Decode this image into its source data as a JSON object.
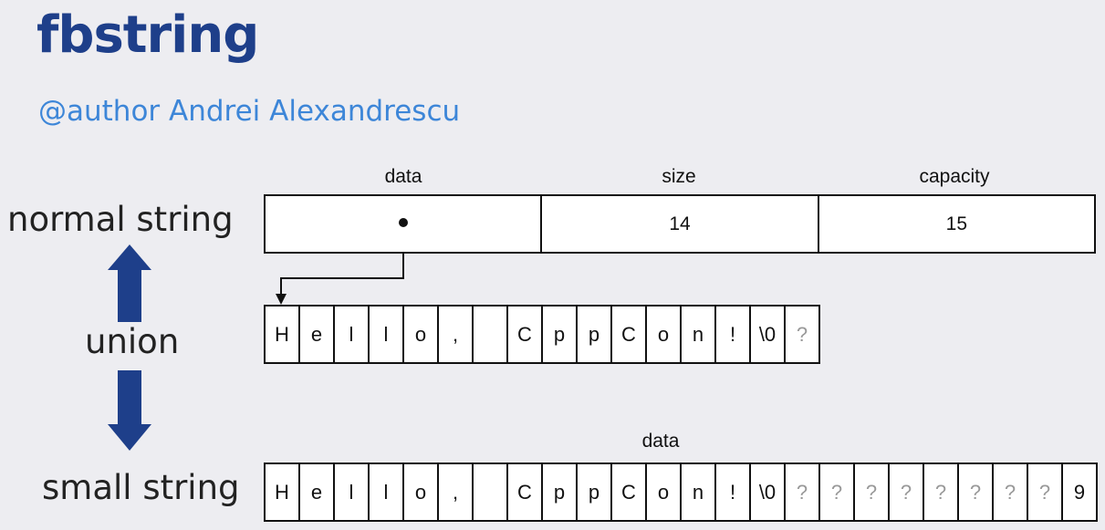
{
  "title": "fbstring",
  "subtitle": "@author Andrei Alexandrescu",
  "labels": {
    "normal": "normal string",
    "union": "union",
    "small": "small string"
  },
  "normal_string": {
    "headers": [
      "data",
      "size",
      "capacity"
    ],
    "values": [
      "",
      "14",
      "15"
    ]
  },
  "heap_buffer": [
    "H",
    "e",
    "l",
    "l",
    "o",
    ",",
    "",
    "C",
    "p",
    "p",
    "C",
    "o",
    "n",
    "!",
    "\\0",
    "?"
  ],
  "small_string": {
    "header": "data",
    "cells": [
      "H",
      "e",
      "l",
      "l",
      "o",
      ",",
      "",
      "C",
      "p",
      "p",
      "C",
      "o",
      "n",
      "!",
      "\\0",
      "?",
      "?",
      "?",
      "?",
      "?",
      "?",
      "?",
      "?",
      "9"
    ]
  },
  "colors": {
    "title": "#1e3f8a",
    "subtitle": "#3d86d8",
    "arrow": "#1e3f8a",
    "background": "#ededf1"
  },
  "icons": [
    "up-arrow-icon",
    "down-arrow-icon",
    "pointer-arrow-icon"
  ]
}
